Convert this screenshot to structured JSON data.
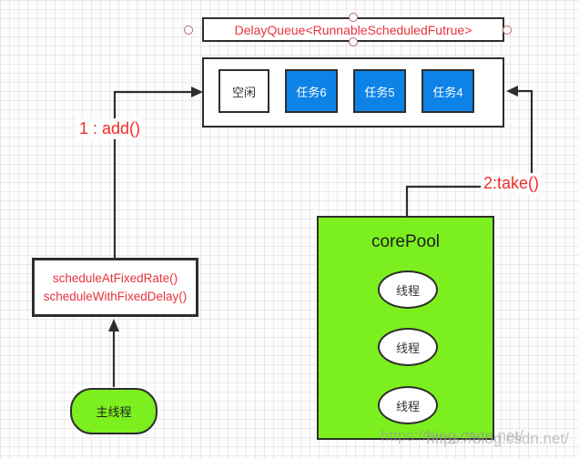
{
  "diagram": {
    "delay_queue_title": "DelayQueue<RunnableScheduledFutrue>",
    "queue_slots": [
      {
        "label": "空闲",
        "kind": "idle"
      },
      {
        "label": "任务6",
        "kind": "task"
      },
      {
        "label": "任务5",
        "kind": "task"
      },
      {
        "label": "任务4",
        "kind": "task"
      }
    ],
    "edge_labels": {
      "add": "1 : add()",
      "take": "2:take()"
    },
    "schedule_box": {
      "line1": "scheduleAtFixedRate()",
      "line2": "scheduleWithFixedDelay()"
    },
    "core_pool": {
      "title": "corePool",
      "threads": [
        "线程",
        "线程",
        "线程"
      ]
    },
    "main_thread_label": "主线程"
  },
  "watermark": {
    "text1": "https://blog.csdn.net/",
    "text2": "https://blog.csdn.net/"
  },
  "colors": {
    "task_blue": "#0d83e8",
    "pool_green": "#7cf01e",
    "text_red": "#e8333a",
    "label_red": "#f42a2a",
    "stroke_dark": "#2e2e2e"
  }
}
